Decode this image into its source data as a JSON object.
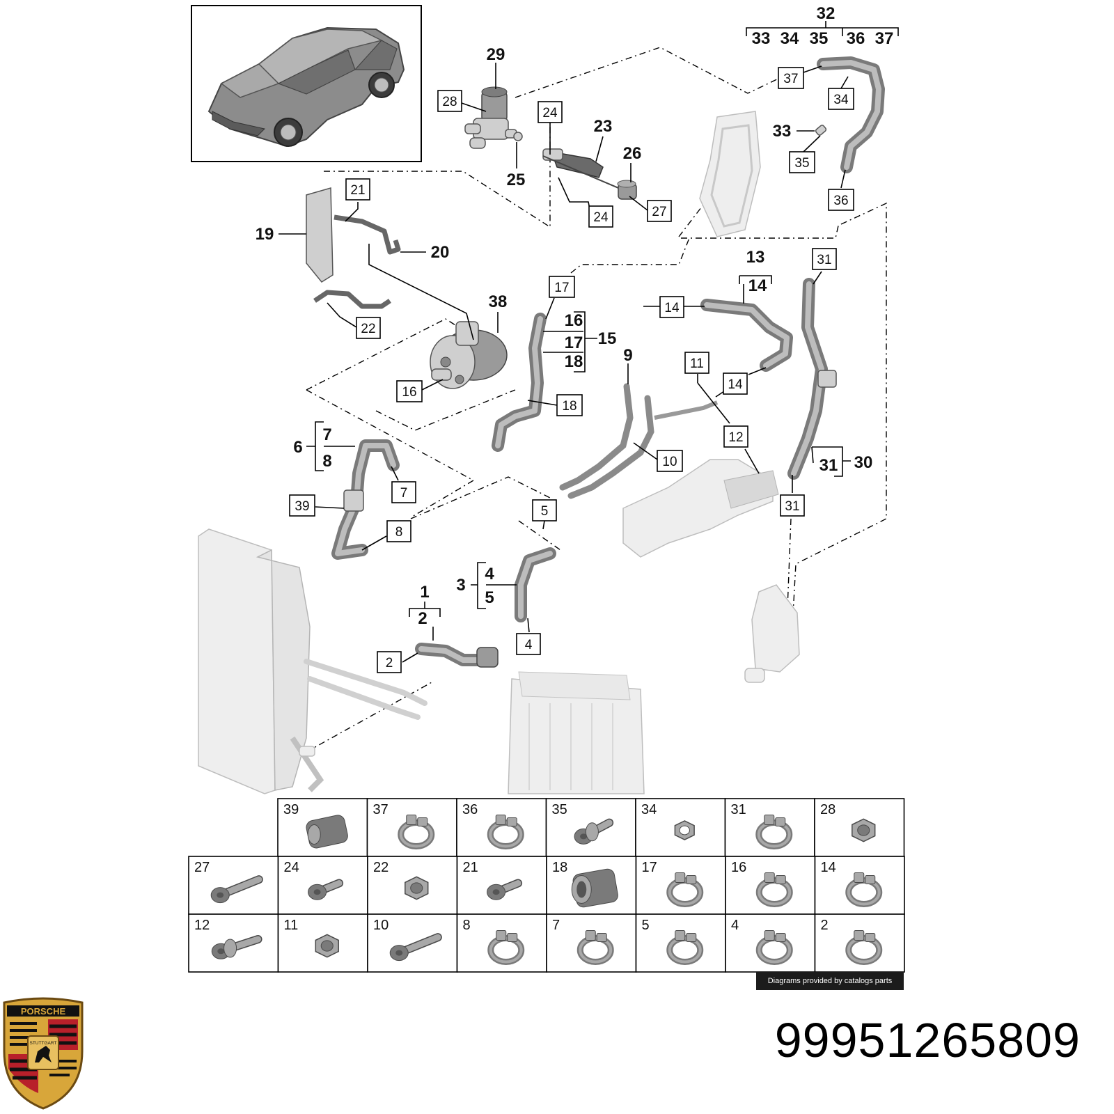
{
  "part_number": "99951265809",
  "credit_text": "Diagrams provided by catalogs parts",
  "brand": {
    "logo_text_top": "PORSCHE",
    "logo_text_mid": "STUTTGART",
    "colors": {
      "gold": "#d8a63a",
      "red": "#b8202a",
      "black": "#111111"
    }
  },
  "callouts": {
    "c1": "1",
    "c2": "2",
    "c3": "3",
    "c4": "4",
    "c5": "5",
    "c6": "6",
    "c7": "7",
    "c8": "8",
    "c9": "9",
    "c13": "13",
    "c14": "14",
    "c15": "15",
    "c16": "16",
    "c17": "17",
    "c18": "18",
    "c19": "19",
    "c20": "20",
    "c23": "23",
    "c25": "25",
    "c26": "26",
    "c29": "29",
    "c30": "30",
    "c31": "31",
    "c32": "32",
    "c33": "33",
    "c34": "34",
    "c35": "35",
    "c36": "36",
    "c37": "37",
    "c38": "38"
  },
  "boxed_labels": {
    "b2": "2",
    "b4": "4",
    "b5": "5",
    "b7": "7",
    "b8": "8",
    "b10": "10",
    "b11": "11",
    "b12": "12",
    "b14a": "14",
    "b14b": "14",
    "b16": "16",
    "b17": "17",
    "b18": "18",
    "b21": "21",
    "b22": "22",
    "b24a": "24",
    "b24b": "24",
    "b27": "27",
    "b28": "28",
    "b31a": "31",
    "b31b": "31",
    "b34": "34",
    "b35": "35",
    "b36": "36",
    "b37": "37",
    "b39": "39"
  },
  "thumbnail_grid": {
    "row1": [
      "39",
      "37",
      "36",
      "35",
      "34",
      "31",
      "28"
    ],
    "row2": [
      "27",
      "24",
      "22",
      "21",
      "18",
      "17",
      "16",
      "14"
    ],
    "row3": [
      "12",
      "11",
      "10",
      "8",
      "7",
      "5",
      "4",
      "2"
    ]
  },
  "thumbnail_kinds": {
    "39": "sleeve",
    "37": "clamp",
    "36": "clamp",
    "35": "bolt-flange",
    "34": "nut-thin",
    "31": "clamp",
    "28": "nut",
    "27": "bolt-long",
    "24": "bolt-short",
    "22": "nut",
    "21": "bolt-short",
    "18": "sleeve-large",
    "17": "clamp",
    "16": "clamp",
    "14": "clamp",
    "12": "stud",
    "11": "nut",
    "10": "bolt-long",
    "8": "clamp",
    "7": "clamp",
    "5": "clamp",
    "4": "clamp",
    "2": "clamp"
  }
}
